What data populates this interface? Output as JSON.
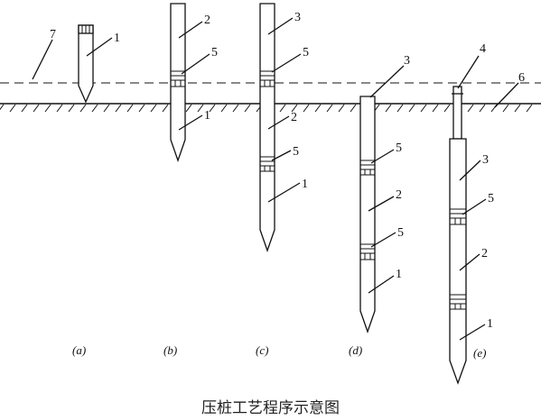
{
  "caption": "压桩工艺程序示意图",
  "stages": [
    {
      "id": "a",
      "label": "(a)",
      "callouts": [
        "7",
        "1"
      ]
    },
    {
      "id": "b",
      "label": "(b)",
      "callouts": [
        "2",
        "5",
        "1"
      ]
    },
    {
      "id": "c",
      "label": "(c)",
      "callouts": [
        "3",
        "5",
        "2",
        "5",
        "1"
      ]
    },
    {
      "id": "d",
      "label": "(d)",
      "callouts": [
        "3",
        "5",
        "2",
        "5",
        "1"
      ]
    },
    {
      "id": "e",
      "label": "(e)",
      "callouts": [
        "4",
        "6",
        "3",
        "5",
        "2",
        "1"
      ]
    }
  ]
}
